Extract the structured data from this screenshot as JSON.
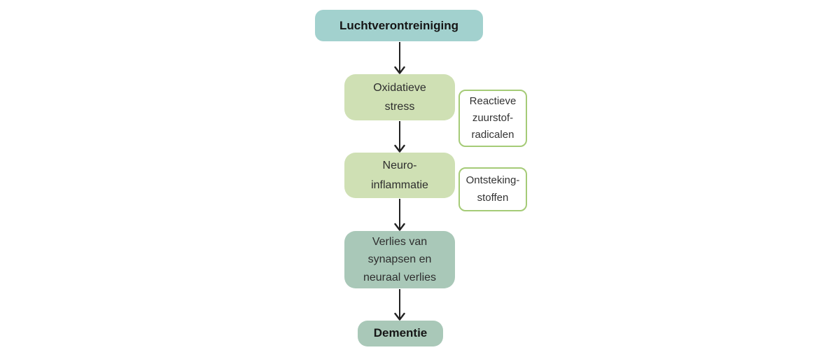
{
  "colors": {
    "teal": "#a2d1ce",
    "light-green": "#cfe0b4",
    "sage": "#a9c8b8",
    "side-border": "#a5cb77",
    "text-dark": "#161616",
    "text-body": "#2e2e2e",
    "arrow": "#222222",
    "background": "#ffffff"
  },
  "nodes": {
    "luchtverontreiniging": {
      "label": "Luchtverontreiniging"
    },
    "oxidatieve_stress": {
      "label": "Oxidatieve\nstress"
    },
    "neuro_inflammatie": {
      "label": "Neuro-\ninflammatie"
    },
    "verlies_synapsen": {
      "label": "Verlies van\nsynapsen en\nneuraal verlies"
    },
    "dementie": {
      "label": "Dementie"
    }
  },
  "side_notes": {
    "reactieve_zuurstofradicalen": {
      "label": "Reactieve\nzuurstof-\nradicalen"
    },
    "ontstekingstoffen": {
      "label": "Ontsteking-\nstoffen"
    }
  }
}
